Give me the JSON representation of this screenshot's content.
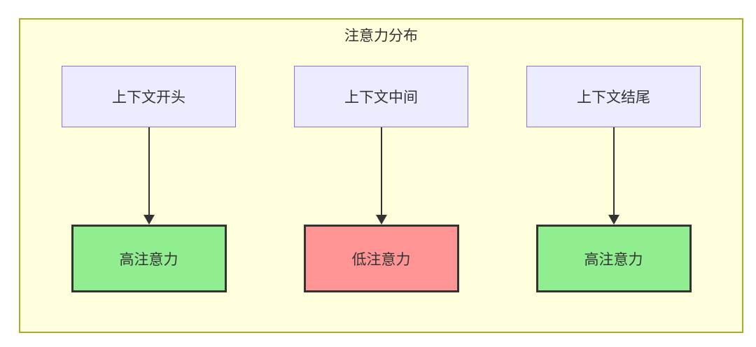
{
  "diagram": {
    "title": "注意力分布",
    "colors": {
      "frame_fill": "#ffffde",
      "frame_border": "#aaaa33",
      "context_node_fill": "#ececff",
      "context_node_border": "#9370db",
      "high_attention_fill": "#90ee90",
      "low_attention_fill": "#ff9494",
      "attention_node_border": "#333333",
      "arrow_color": "#333333",
      "text_color": "#333333"
    },
    "columns": [
      {
        "source": "上下文开头",
        "result": "高注意力",
        "level": "high"
      },
      {
        "source": "上下文中间",
        "result": "低注意力",
        "level": "low"
      },
      {
        "source": "上下文结尾",
        "result": "高注意力",
        "level": "high"
      }
    ]
  }
}
